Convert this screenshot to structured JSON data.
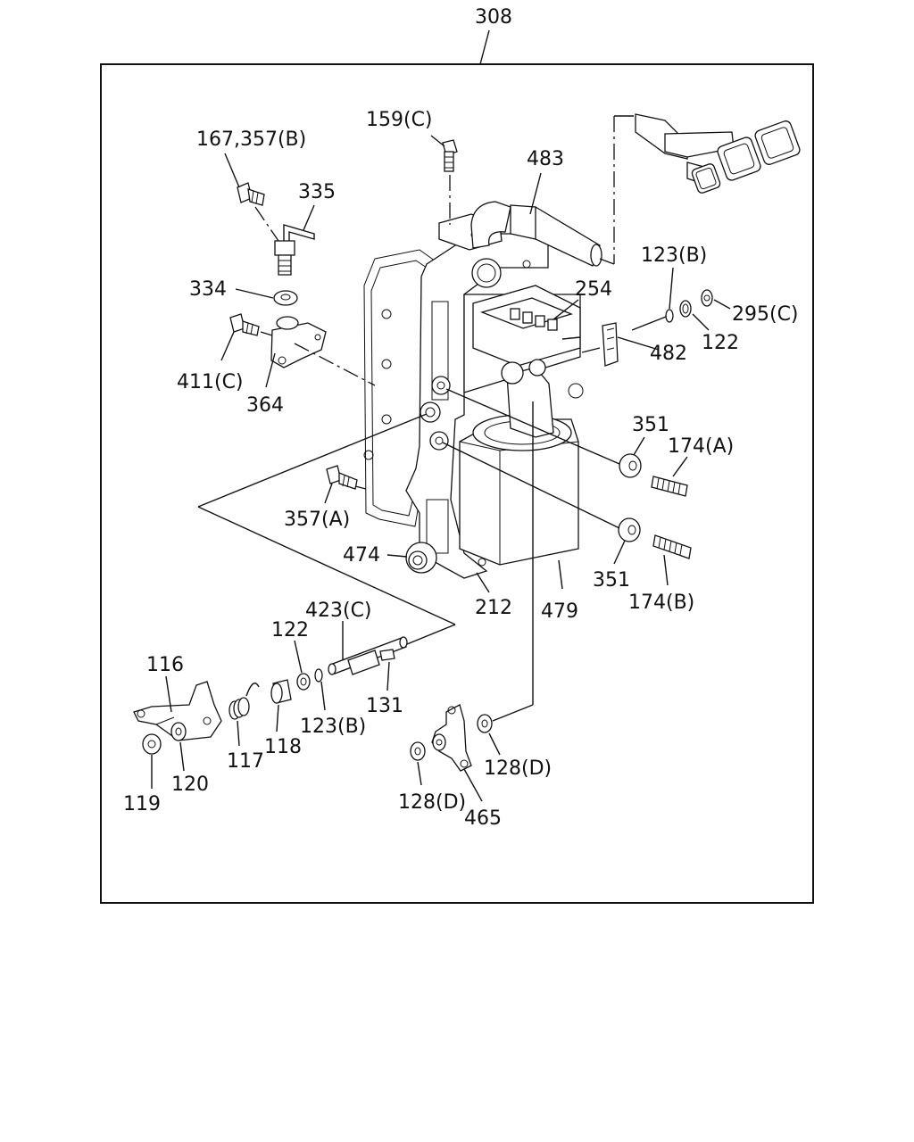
{
  "diagram": {
    "group_label": "308",
    "part_labels": {
      "p159c": "159(C)",
      "p167": "167,357(B)",
      "p335": "335",
      "p483": "483",
      "p123b_top": "123(B)",
      "p334": "334",
      "p254": "254",
      "p295c": "295(C)",
      "p122_top": "122",
      "p482": "482",
      "p411c": "411(C)",
      "p364": "364",
      "p351_top": "351",
      "p174a": "174(A)",
      "p357a": "357(A)",
      "p474": "474",
      "p212": "212",
      "p479": "479",
      "p351_bottom": "351",
      "p174b": "174(B)",
      "p423c": "423(C)",
      "p122_bottom": "122",
      "p116": "116",
      "p131": "131",
      "p123b_bottom": "123(B)",
      "p118": "118",
      "p117": "117",
      "p120": "120",
      "p119": "119",
      "p128d_right": "128(D)",
      "p128d_left": "128(D)",
      "p465": "465"
    }
  }
}
